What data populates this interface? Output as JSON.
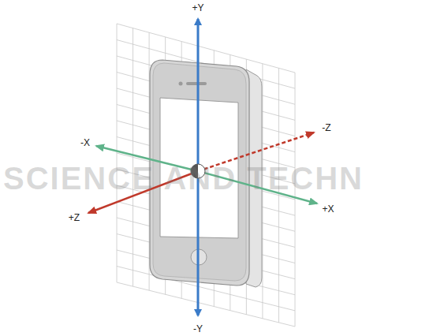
{
  "diagram": {
    "labels": [
      "+Y",
      "-Z",
      "-X",
      "+Z",
      "+X",
      "-Y",
      "SCIENCE AND TECHN"
    ]
  }
}
